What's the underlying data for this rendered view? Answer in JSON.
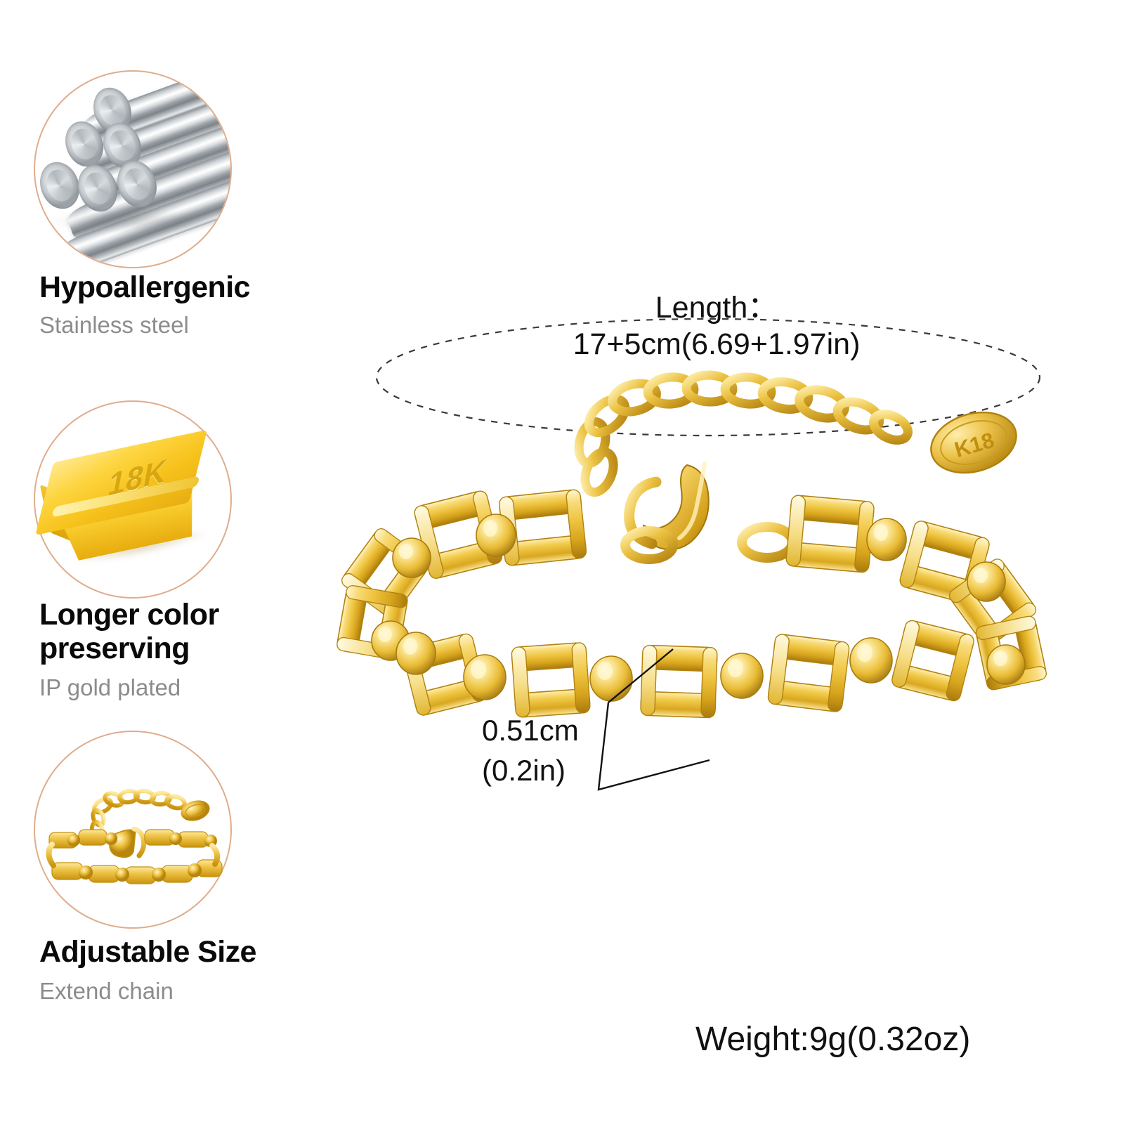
{
  "product": {
    "type": "gold bracelet infographic",
    "material_tag_text": "K18"
  },
  "theme": {
    "background": "#ffffff",
    "circle_border": "#dfad8d",
    "title_color": "#0a0a0a",
    "subtitle_color": "#8c8c8c",
    "annotation_color": "#111111",
    "gold_highlight": "#fff3b8",
    "gold_mid": "#e8b52f",
    "gold_shadow": "#9a6e15",
    "steel_light": "#eef1f2",
    "steel_mid": "#b0b6ba",
    "steel_dark": "#7d8388"
  },
  "features": [
    {
      "id": "hypoallergenic",
      "icon": "steel-rods-icon",
      "title": "Hypoallergenic",
      "subtitle": "Stainless steel"
    },
    {
      "id": "color-preserving",
      "icon": "gold-bar-icon",
      "icon_stamp": "18K",
      "title_line1": "Longer color",
      "title_line2": "preserving",
      "subtitle": "IP gold plated"
    },
    {
      "id": "adjustable-size",
      "icon": "mini-bracelet-icon",
      "title": "Adjustable Size",
      "subtitle": "Extend chain"
    }
  ],
  "annotations": {
    "length": {
      "label": "Length：",
      "value": "17+5cm(6.69+1.97in)"
    },
    "width": {
      "line1": "0.51cm",
      "line2": "(0.2in)"
    },
    "weight": "Weight:9g(0.32oz)"
  }
}
